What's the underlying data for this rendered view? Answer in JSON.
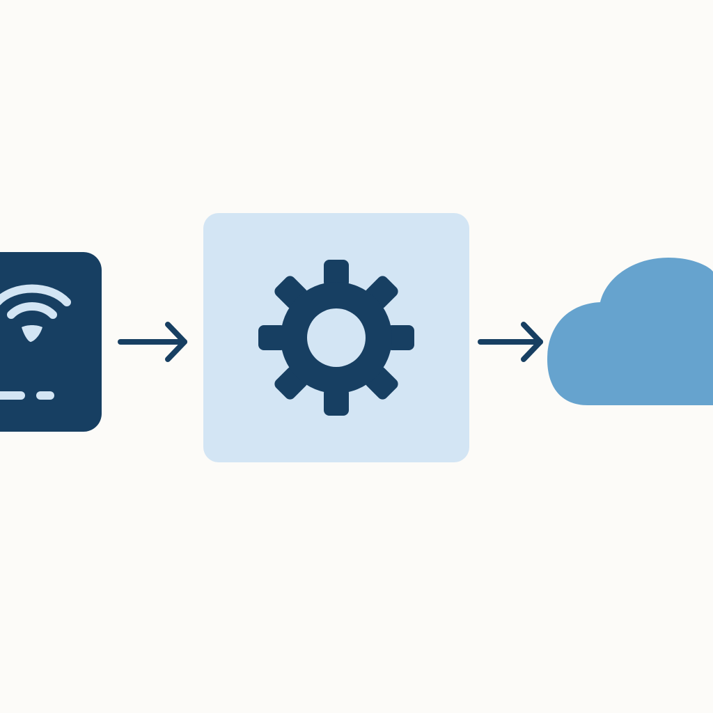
{
  "diagram": {
    "colors": {
      "background": "#FCFBF8",
      "dark_navy": "#173F62",
      "light_blue": "#D3E5F4",
      "cloud_blue": "#66A3CE",
      "arrow": "#173F62"
    },
    "nodes": [
      {
        "id": "device",
        "icon": "wifi-device-icon"
      },
      {
        "id": "processor",
        "icon": "gear-icon"
      },
      {
        "id": "cloud",
        "icon": "cloud-icon"
      }
    ],
    "edges": [
      {
        "from": "device",
        "to": "processor",
        "icon": "arrow-right-icon"
      },
      {
        "from": "processor",
        "to": "cloud",
        "icon": "arrow-right-icon"
      }
    ]
  }
}
